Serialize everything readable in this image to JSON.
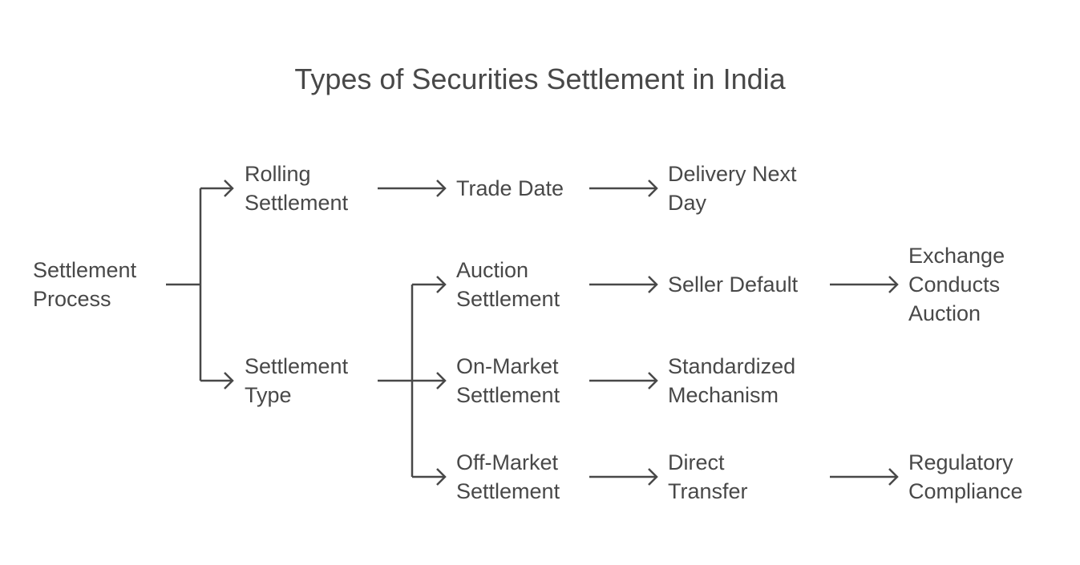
{
  "title": "Types of Securities Settlement in India",
  "nodes": {
    "settlement_process": [
      "Settlement",
      "Process"
    ],
    "rolling_settlement": [
      "Rolling",
      "Settlement"
    ],
    "settlement_type": [
      "Settlement",
      "Type"
    ],
    "trade_date": [
      "Trade Date"
    ],
    "delivery_next_day": [
      "Delivery Next",
      "Day"
    ],
    "auction_settlement": [
      "Auction",
      "Settlement"
    ],
    "on_market_settlement": [
      "On-Market",
      "Settlement"
    ],
    "off_market_settlement": [
      "Off-Market",
      "Settlement"
    ],
    "seller_default": [
      "Seller Default"
    ],
    "standardized_mechanism": [
      "Standardized",
      "Mechanism"
    ],
    "direct_transfer": [
      "Direct",
      "Transfer"
    ],
    "exchange_conducts_auction": [
      "Exchange",
      "Conducts",
      "Auction"
    ],
    "regulatory_compliance": [
      "Regulatory",
      "Compliance"
    ]
  },
  "edges": [
    [
      "settlement_process",
      "rolling_settlement"
    ],
    [
      "settlement_process",
      "settlement_type"
    ],
    [
      "rolling_settlement",
      "trade_date"
    ],
    [
      "trade_date",
      "delivery_next_day"
    ],
    [
      "settlement_type",
      "auction_settlement"
    ],
    [
      "settlement_type",
      "on_market_settlement"
    ],
    [
      "settlement_type",
      "off_market_settlement"
    ],
    [
      "auction_settlement",
      "seller_default"
    ],
    [
      "seller_default",
      "exchange_conducts_auction"
    ],
    [
      "on_market_settlement",
      "standardized_mechanism"
    ],
    [
      "off_market_settlement",
      "direct_transfer"
    ],
    [
      "direct_transfer",
      "regulatory_compliance"
    ]
  ],
  "colors": {
    "text": "#484848",
    "line": "#484848",
    "background": "#ffffff"
  }
}
